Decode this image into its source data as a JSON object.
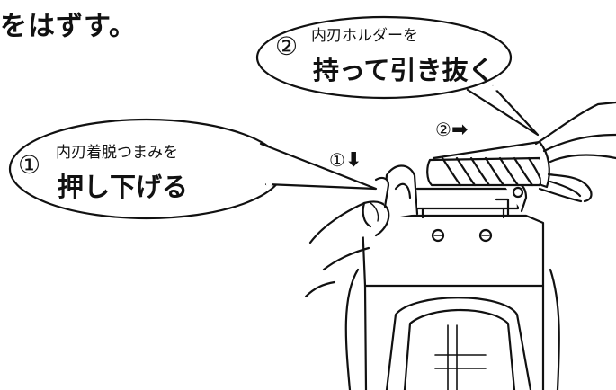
{
  "heading": "をはずす。",
  "step1": {
    "number": "①",
    "small_text": "内刃着脱つまみを",
    "big_text": "押し下げる"
  },
  "step2": {
    "number": "②",
    "small_text": "内刃ホルダーを",
    "big_text": "持って引き抜く"
  },
  "markers": {
    "down_number": "①",
    "down_arrow": "⬇",
    "right_number": "②",
    "right_arrow": "➡"
  }
}
